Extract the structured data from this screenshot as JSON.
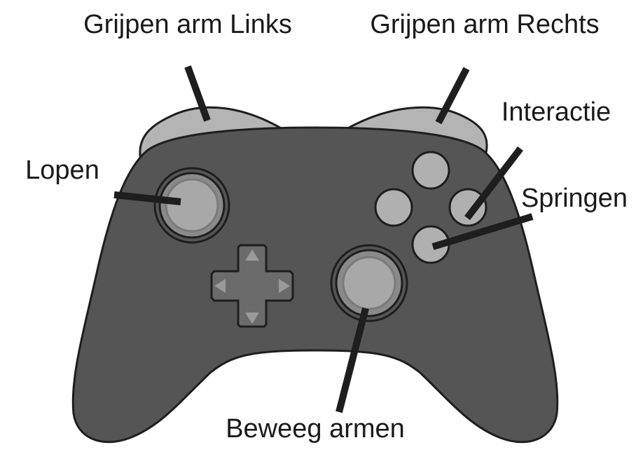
{
  "labels": {
    "left_trigger": "Grijpen arm Links",
    "right_trigger": "Grijpen arm Rechts",
    "interact": "Interactie",
    "walk": "Lopen",
    "jump": "Springen",
    "move_arms": "Beweeg armen"
  },
  "colors": {
    "body": "#555555",
    "outline": "#1e1e1e",
    "trigger": "#b4b4b4",
    "stick_ring": "#8a8a8a",
    "stick_cap": "#a8a8a8",
    "button": "#b0b0b0",
    "dpad": "#6b6b6b",
    "dpad_arrow": "#9a9a9a",
    "pointer": "#1e1e1e"
  }
}
